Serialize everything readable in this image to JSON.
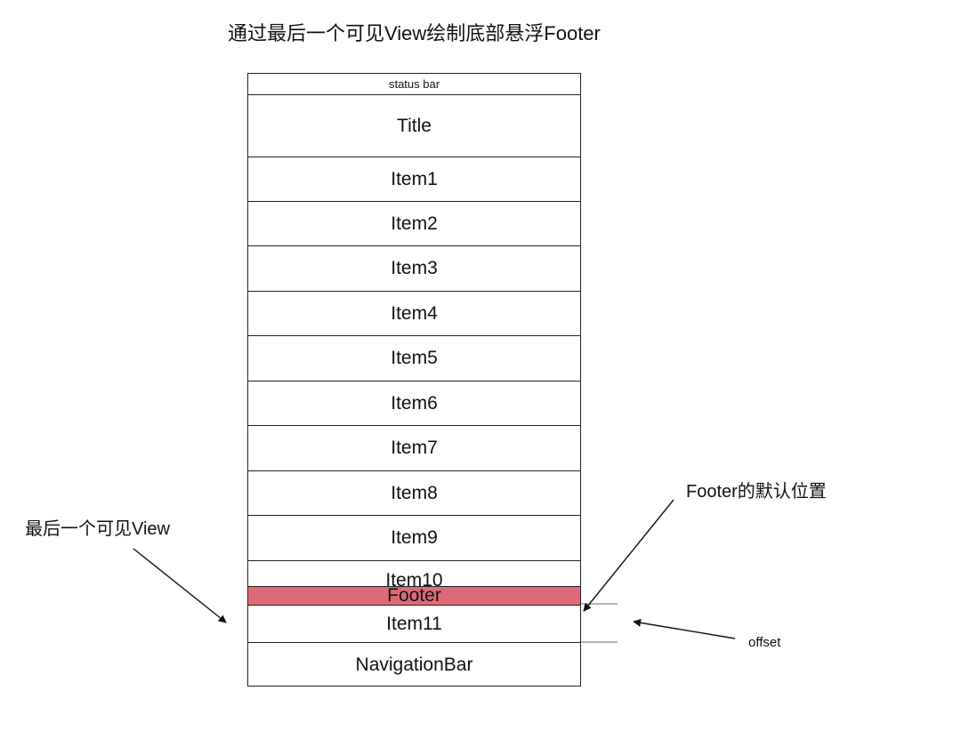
{
  "title": "通过最后一个可见View绘制底部悬浮Footer",
  "phone": {
    "rows": [
      {
        "label": "status bar"
      },
      {
        "label": "Title"
      },
      {
        "label": "Item1"
      },
      {
        "label": "Item2"
      },
      {
        "label": "Item3"
      },
      {
        "label": "Item4"
      },
      {
        "label": "Item5"
      },
      {
        "label": "Item6"
      },
      {
        "label": "Item7"
      },
      {
        "label": "Item8"
      },
      {
        "label": "Item9"
      },
      {
        "label": "Item10"
      },
      {
        "label": "Item11"
      },
      {
        "label": "NavigationBar"
      }
    ],
    "footer_label": "Footer",
    "footer_color": "#df6a77"
  },
  "annotations": {
    "last_visible_view": "最后一个可见View",
    "footer_default_position": "Footer的默认位置",
    "offset": "offset"
  }
}
